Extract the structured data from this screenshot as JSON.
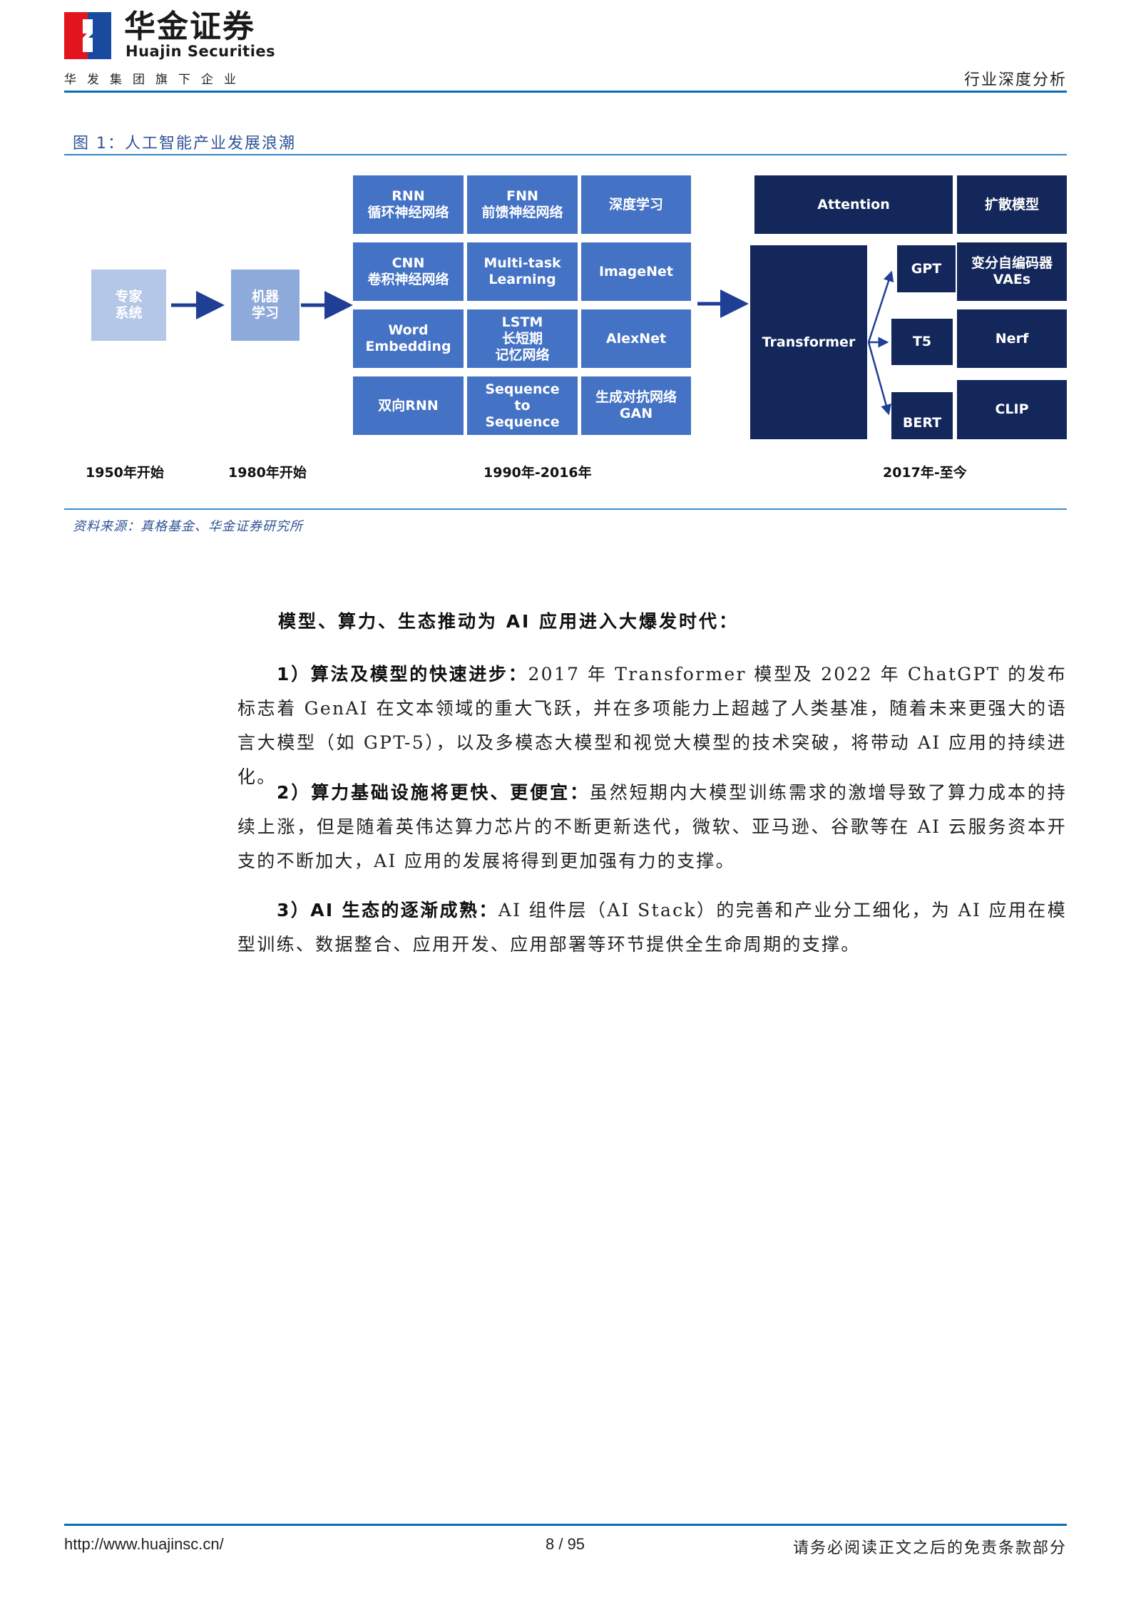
{
  "header": {
    "logo_cn": "华金证券",
    "logo_en": "Huajin Securities",
    "logo_sub": "华发集团旗下企业",
    "doc_type": "行业深度分析",
    "colors": {
      "red": "#e2141e",
      "blue": "#1a4aa0",
      "rule": "#0f6db3"
    }
  },
  "figure": {
    "title": "图 1：人工智能产业发展浪潮",
    "stages": [
      {
        "label": "专家\n系统",
        "year": "1950年开始"
      },
      {
        "label": "机器\n学习",
        "year": "1980年开始"
      }
    ],
    "grid_year": "1990年-2016年",
    "grid": [
      [
        "RNN\n循环神经网络",
        "FNN\n前馈神经网络",
        "深度学习"
      ],
      [
        "CNN\n卷积神经网络",
        "Multi-task\nLearning",
        "ImageNet"
      ],
      [
        "Word\nEmbedding",
        "LSTM\n长短期\n记忆网络",
        "AlexNet"
      ],
      [
        "双向RNN",
        "Sequence\nto\nSequence",
        "生成对抗网络\nGAN"
      ]
    ],
    "modern_year": "2017年-至今",
    "modern": {
      "attention": "Attention",
      "transformer": "Transformer",
      "branches": [
        "GPT",
        "T5",
        "BERT"
      ],
      "right_column": [
        "扩散模型",
        "变分自编码器\nVAEs",
        "Nerf",
        "CLIP"
      ]
    },
    "source": "资料来源：真格基金、华金证券研究所",
    "colors": {
      "light": "#b4c7e7",
      "mid": "#8eaadb",
      "blue": "#4472c4",
      "navy": "#14275a",
      "arrow": "#1f3f94"
    }
  },
  "body": {
    "lead": "模型、算力、生态推动为 AI 应用进入大爆发时代：",
    "points": [
      {
        "heading": "1）算法及模型的快速进步：",
        "text": "2017 年 Transformer 模型及 2022 年 ChatGPT 的发布标志着 GenAI 在文本领域的重大飞跃，并在多项能力上超越了人类基准，随着未来更强大的语言大模型（如 GPT-5），以及多模态大模型和视觉大模型的技术突破，将带动 AI 应用的持续进化。"
      },
      {
        "heading": "2）算力基础设施将更快、更便宜：",
        "text": "虽然短期内大模型训练需求的激增导致了算力成本的持续上涨，但是随着英伟达算力芯片的不断更新迭代，微软、亚马逊、谷歌等在 AI 云服务资本开支的不断加大，AI 应用的发展将得到更加强有力的支撑。"
      },
      {
        "heading": "3）AI 生态的逐渐成熟：",
        "text": "AI 组件层（AI Stack）的完善和产业分工细化，为 AI 应用在模型训练、数据整合、应用开发、应用部署等环节提供全生命周期的支撑。"
      }
    ]
  },
  "footer": {
    "url": "http://www.huajinsc.cn/",
    "page": "8 / 95",
    "disclaimer": "请务必阅读正文之后的免责条款部分"
  }
}
